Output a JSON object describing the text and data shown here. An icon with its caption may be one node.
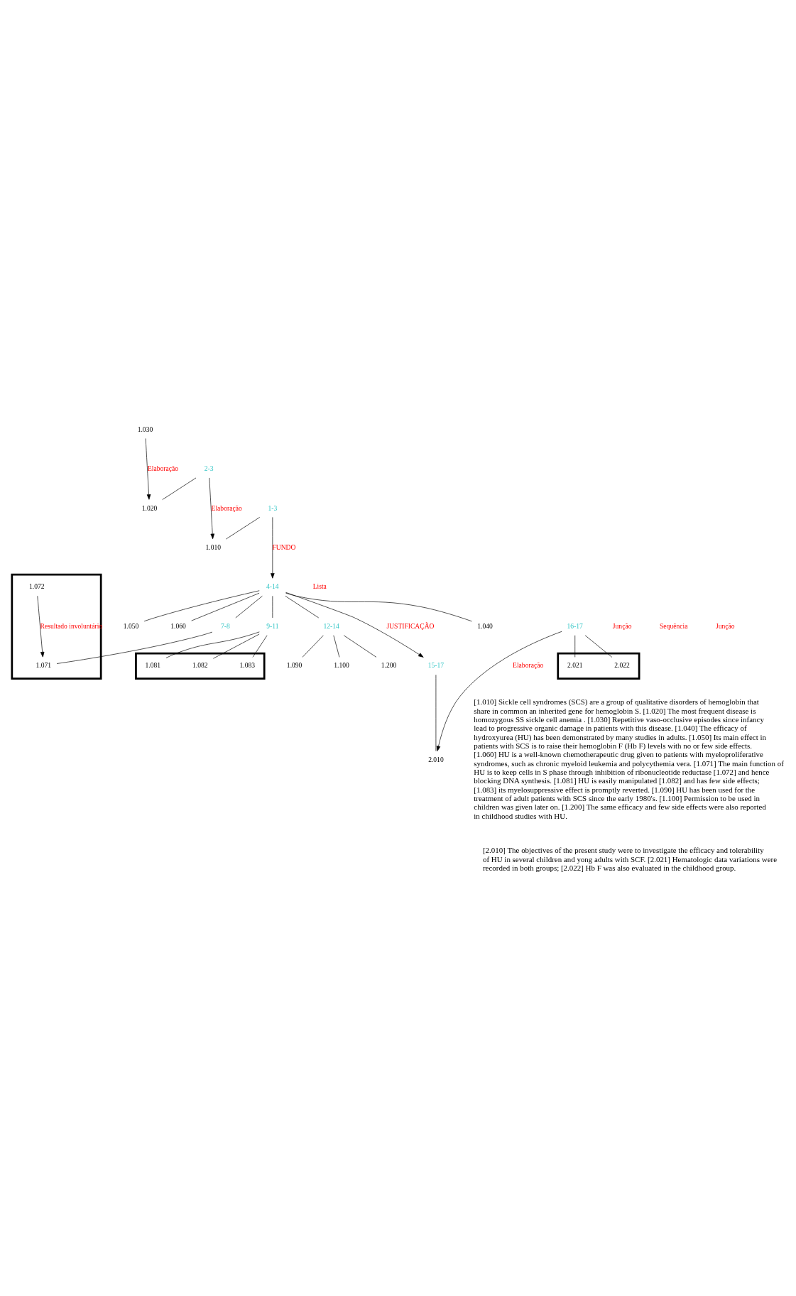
{
  "diagram": {
    "nodes": [
      {
        "text": [
          "1-3"
        ]
      },
      {
        "text": [
          "1.010"
        ]
      },
      {
        "text": [
          "2-3"
        ]
      },
      {
        "text": [
          "1.020"
        ]
      },
      {
        "text": [
          "1.030"
        ]
      },
      {
        "text": [
          "4-14"
        ]
      },
      {
        "text": [
          "1.040"
        ]
      },
      {
        "text": [
          "1.050"
        ]
      },
      {
        "text": [
          "1.060"
        ]
      },
      {
        "text": [
          "7-8"
        ]
      },
      {
        "text": [],
        "shape": "box"
      },
      {
        "text": [
          "1.071"
        ],
        "in": 10
      },
      {
        "text": [
          "1.072"
        ],
        "in": 10
      },
      {
        "text": [
          "9-11"
        ]
      },
      {
        "text": [],
        "shape": "box"
      },
      {
        "text": [
          "1.081"
        ],
        "in": 14
      },
      {
        "text": [
          "1.082"
        ],
        "in": 14
      },
      {
        "text": [
          "1.083"
        ],
        "in": 14
      },
      {
        "text": [
          "12-14"
        ]
      },
      {
        "text": [
          "1.090"
        ]
      },
      {
        "text": [
          "1.100"
        ]
      },
      {
        "text": [
          "1.200"
        ]
      },
      {
        "text": [
          "15-17"
        ]
      },
      {
        "text": [
          "2.010"
        ]
      },
      {
        "text": [
          "16-17"
        ]
      },
      {
        "text": [],
        "shape": "box"
      },
      {
        "text": [
          "2.021"
        ],
        "in": 25
      },
      {
        "text": [
          "2.022"
        ],
        "in": 25
      }
    ],
    "edges": [
      {
        "from": 0,
        "to": 5,
        "arrow": "to",
        "label": "FUNDO"
      },
      {
        "from": 5,
        "to": 22,
        "arrow": "to",
        "label": "JUSTIFICAÇÃO"
      },
      {
        "from": 0,
        "to": 1,
        "arrow": "none"
      },
      {
        "from": 2,
        "to": 1,
        "arrow": "to",
        "label": "Elaboração"
      },
      {
        "from": 2,
        "to": 3,
        "arrow": "none"
      },
      {
        "from": 4,
        "to": 3,
        "arrow": "to",
        "label": "Elaboração"
      },
      {
        "from": 5,
        "to": 6,
        "arrow": "none"
      },
      {
        "from": 5,
        "to": 7,
        "arrow": "none"
      },
      {
        "from": 5,
        "to": 8,
        "arrow": "none"
      },
      {
        "from": 5,
        "to": 9,
        "arrow": "none"
      },
      {
        "from": 5,
        "to": 13,
        "arrow": "none"
      },
      {
        "from": 5,
        "to": 18,
        "arrow": "none"
      },
      {
        "from": 9,
        "to": 11,
        "arrow": "none"
      },
      {
        "from": 12,
        "to": 11,
        "arrow": "to",
        "label": "Resultado involuntário"
      },
      {
        "from": 13,
        "to": 15,
        "arrow": "none"
      },
      {
        "from": 13,
        "to": 16,
        "arrow": "none"
      },
      {
        "from": 13,
        "to": 17,
        "arrow": "none"
      },
      {
        "from": 18,
        "to": 19,
        "arrow": "none"
      },
      {
        "from": 18,
        "to": 20,
        "arrow": "none"
      },
      {
        "from": 18,
        "to": 21,
        "arrow": "none"
      },
      {
        "from": 22,
        "to": 23,
        "arrow": "none"
      },
      {
        "from": 24,
        "to": 23,
        "arrow": "to",
        "label": "Elaboração"
      },
      {
        "from": 24,
        "to": 26,
        "arrow": "none"
      },
      {
        "from": 24,
        "to": 27,
        "arrow": "none"
      }
    ],
    "labels": [
      "Lista",
      "Junção",
      "Sequência",
      "Junção",
      "[1.010] Sickle cell syndromes (SCS) are a group of qualitative disorders of hemoglobin that share in common an inherited gene for hemoglobin S. [1.020] The most frequent disease is homozygous SS sickle cell anemia . [1.030] Repetitive vaso-occlusive episodes since infancy lead to progressive organic damage in patients with this disease. [1.040] The efficacy of hydroxyurea (HU) has been demonstrated by many studies in adults. [1.050] Its main effect in patients with SCS is to raise their hemoglobin F (Hb F) levels with no or few side effects. [1.060] HU is a well-known chemotherapeutic drug given to patients with myeloproliferative syndromes, such as chronic myeloid leukemia and polycythemia vera. [1.071] The main function of HU is to keep cells in S phase through inhibition of ribonucleotide reductase [1.072] and hence blocking DNA synthesis. [1.081] HU is easily manipulated [1.082] and has few side effects; [1.083] its myelosuppressive effect is promptly reverted. [1.090] HU has been used for the treatment of adult patients with SCS since the early 1980's. [1.100] Permission to be used in children was given later on. [1.200] The same efficacy and few side effects were also reported in childhood studies with HU.",
      "[2.010] The objectives of the present study were to investigate the efficacy and tolerability of HU in several children and yong adults with SCF. [2.021] Hematologic data variations were recorded in both groups; [2.022] Hb F was also evaluated in the childhood group."
    ]
  }
}
